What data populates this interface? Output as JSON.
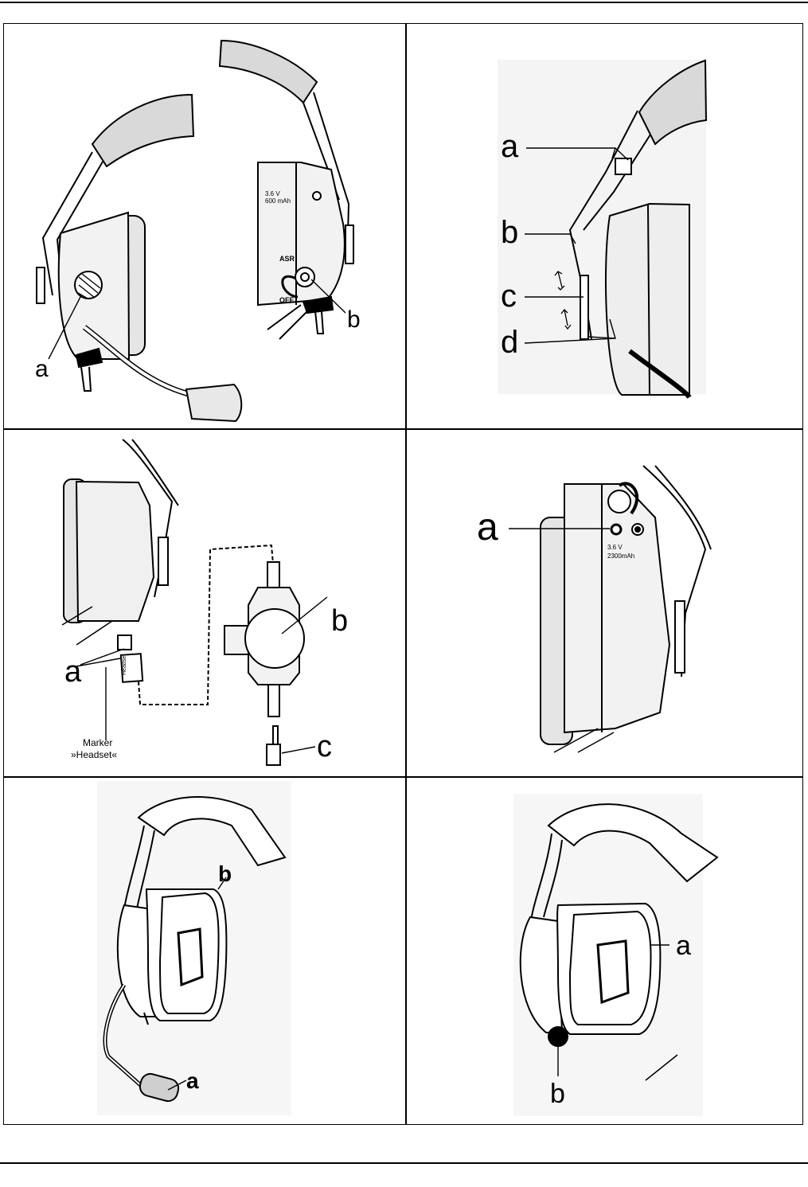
{
  "panels": {
    "p1": {
      "label_a": "a",
      "label_b": "b",
      "battery_voltage": "3.6 V",
      "battery_capacity": "600 mAh",
      "switch_on": "ASR",
      "switch_off": "OFF"
    },
    "p2": {
      "label_a": "a",
      "label_b": "b",
      "label_c": "c",
      "label_d": "d"
    },
    "p3": {
      "label_a": "a",
      "label_b": "b",
      "label_c": "c",
      "marker_line1": "Marker",
      "marker_line2": "»Headset«",
      "plug_text": "Headset"
    },
    "p4": {
      "label_a": "a",
      "battery_voltage": "3.6 V",
      "battery_capacity": "2300mAh"
    },
    "p5": {
      "label_a": "a",
      "label_b": "b"
    },
    "p6": {
      "label_a": "a",
      "label_b": "b"
    }
  }
}
